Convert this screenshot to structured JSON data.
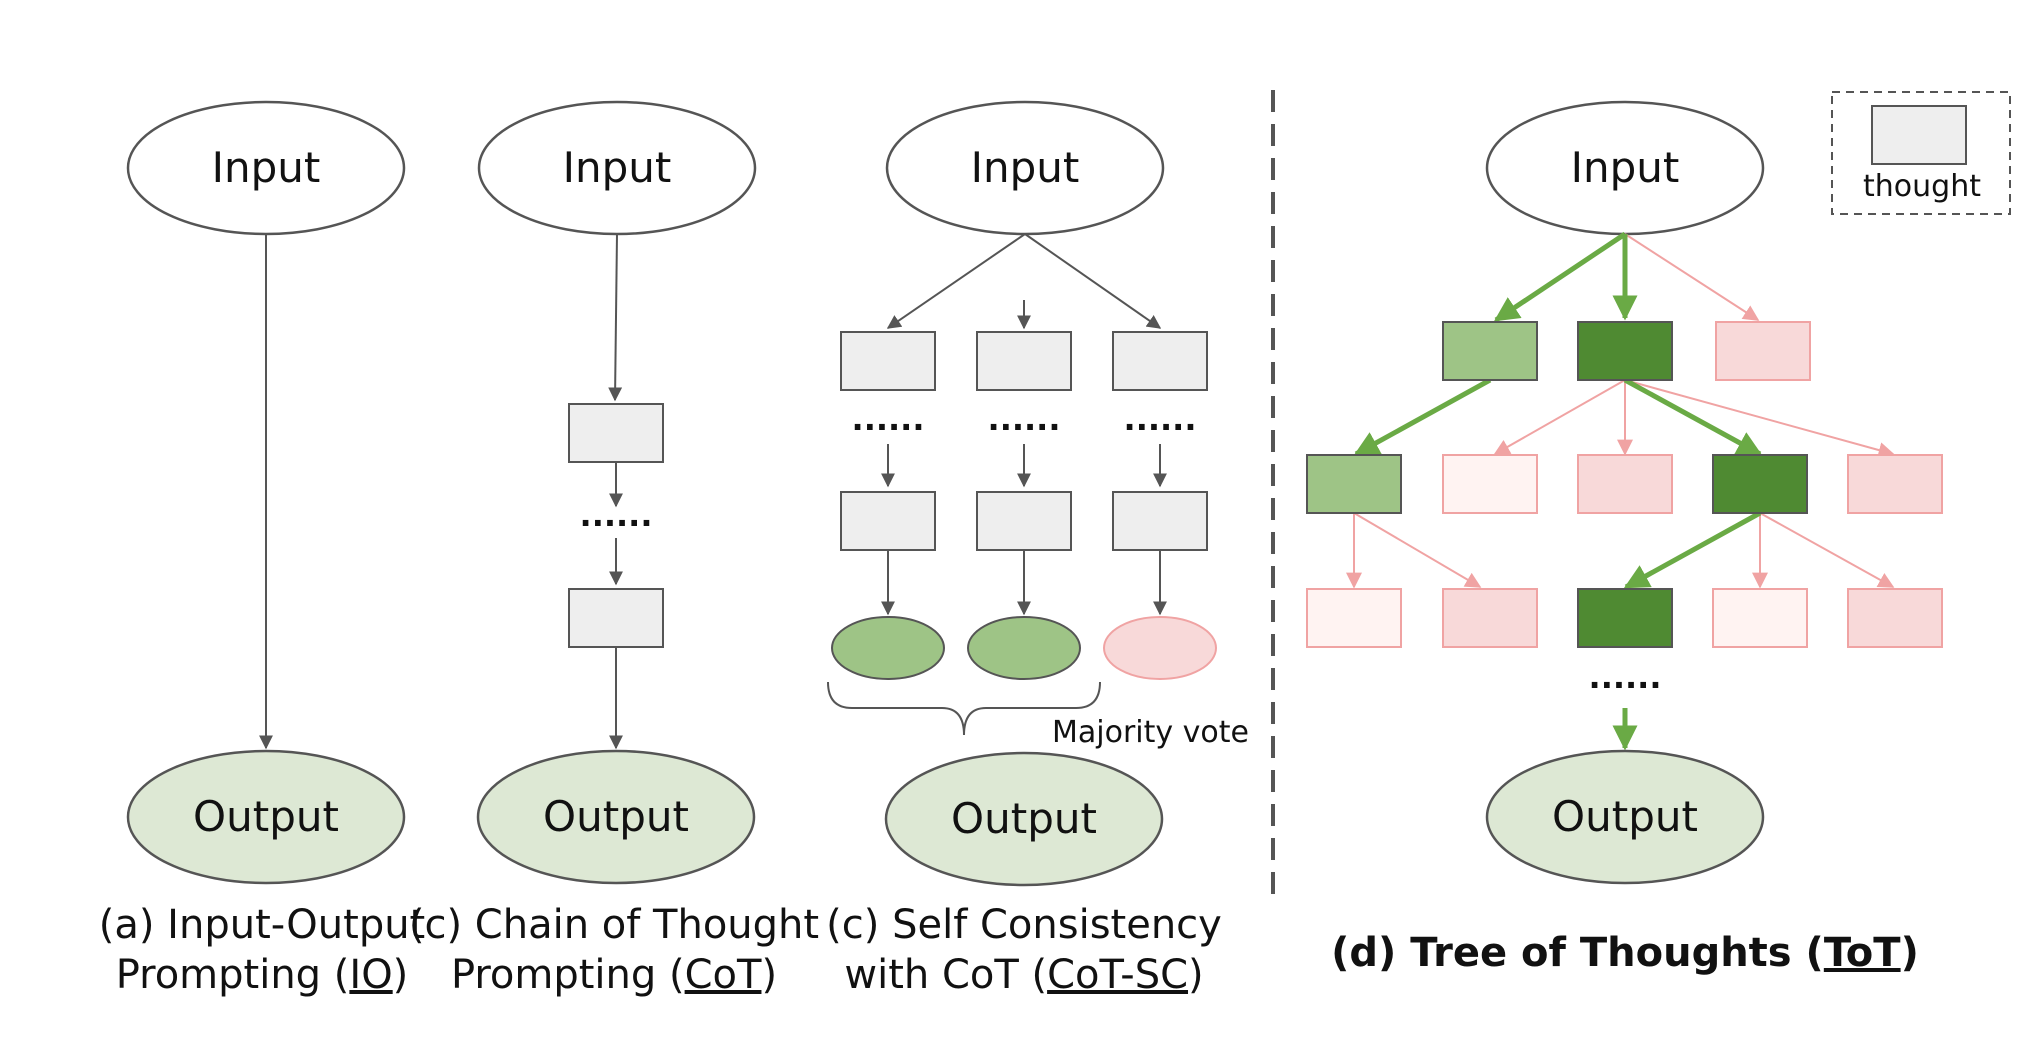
{
  "nodes": {
    "input_label": "Input",
    "output_label": "Output"
  },
  "legend": {
    "thought_label": "thought"
  },
  "ellipsis": "......",
  "cot_sc": {
    "majority_vote_label": "Majority vote"
  },
  "captions": {
    "io": {
      "line1": "(a) Input-Output",
      "line2_prefix": "Prompting (",
      "line2_abbr": "IO",
      "line2_suffix": ")"
    },
    "cot": {
      "line1": "(c) Chain of Thought",
      "line2_prefix": "Prompting (",
      "line2_abbr": "CoT",
      "line2_suffix": ")"
    },
    "cot_sc": {
      "line1": "(c) Self Consistency",
      "line2_prefix": "with CoT (",
      "line2_abbr": "CoT-SC",
      "line2_suffix": ")"
    },
    "tot": {
      "prefix": "(d) Tree of Thoughts (",
      "abbr": "ToT",
      "suffix": ")"
    }
  },
  "colors": {
    "stroke_dark": "#555555",
    "thought_fill": "#eeeeee",
    "output_fill": "#dde8d4",
    "green_light": "#9ec486",
    "green_dark": "#4f8a32",
    "green_edge": "#6aaa45",
    "pink_fill": "#f8d9d9",
    "pink_fill_faint": "#fff3f2",
    "pink_stroke": "#f0a3a3"
  }
}
